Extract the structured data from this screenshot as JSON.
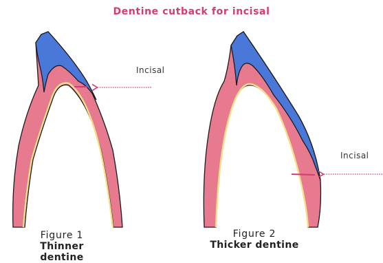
{
  "title": "Dentine cutback for incisal",
  "colors": {
    "title": "#d63a74",
    "enamel": "#4a78d9",
    "dentine": "#e87a90",
    "pulp_outline": "#f0e08a",
    "arrow": "#d63a74",
    "outline": "#1a1a1a"
  },
  "figures": [
    {
      "label": "Figure 1",
      "caption": "Thinner dentine",
      "annotation": "Incisal"
    },
    {
      "label": "Figure 2",
      "caption": "Thicker dentine",
      "annotation": "Incisal"
    }
  ]
}
